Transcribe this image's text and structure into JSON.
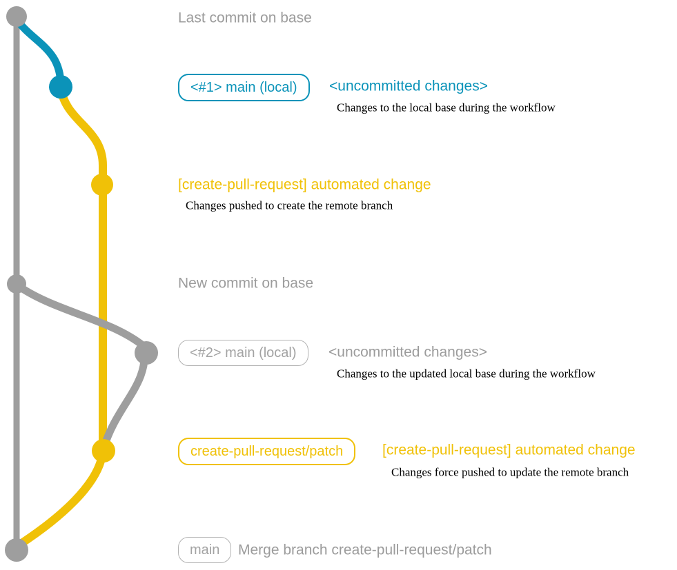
{
  "colors": {
    "gray_line": "#9e9e9e",
    "gray_text": "#9c9c9c",
    "blue": "#0b93b9",
    "yellow": "#f0c107",
    "note_text": "#000000",
    "background": "#ffffff"
  },
  "diagram": {
    "type": "git-graph",
    "events": [
      {
        "id": "last-commit-on-base",
        "label": "Last commit on base"
      },
      {
        "id": "local-main-commit-1",
        "branch_label": "<#1> main (local)",
        "message": "<uncommitted changes>",
        "note": "Changes to the local base during the workflow"
      },
      {
        "id": "automated-change-commit-1",
        "message": "[create-pull-request] automated change",
        "note": "Changes pushed to create the remote branch"
      },
      {
        "id": "new-commit-on-base",
        "label": "New commit on base"
      },
      {
        "id": "local-main-commit-2",
        "branch_label": "<#2> main (local)",
        "message": "<uncommitted changes>",
        "note": "Changes to the updated local base during the workflow"
      },
      {
        "id": "automated-change-commit-2",
        "branch_label": "create-pull-request/patch",
        "message": "[create-pull-request] automated change",
        "note": "Changes force pushed to update the remote branch"
      },
      {
        "id": "merge-commit",
        "branch_label": "main",
        "message": "Merge branch create-pull-request/patch"
      }
    ]
  }
}
